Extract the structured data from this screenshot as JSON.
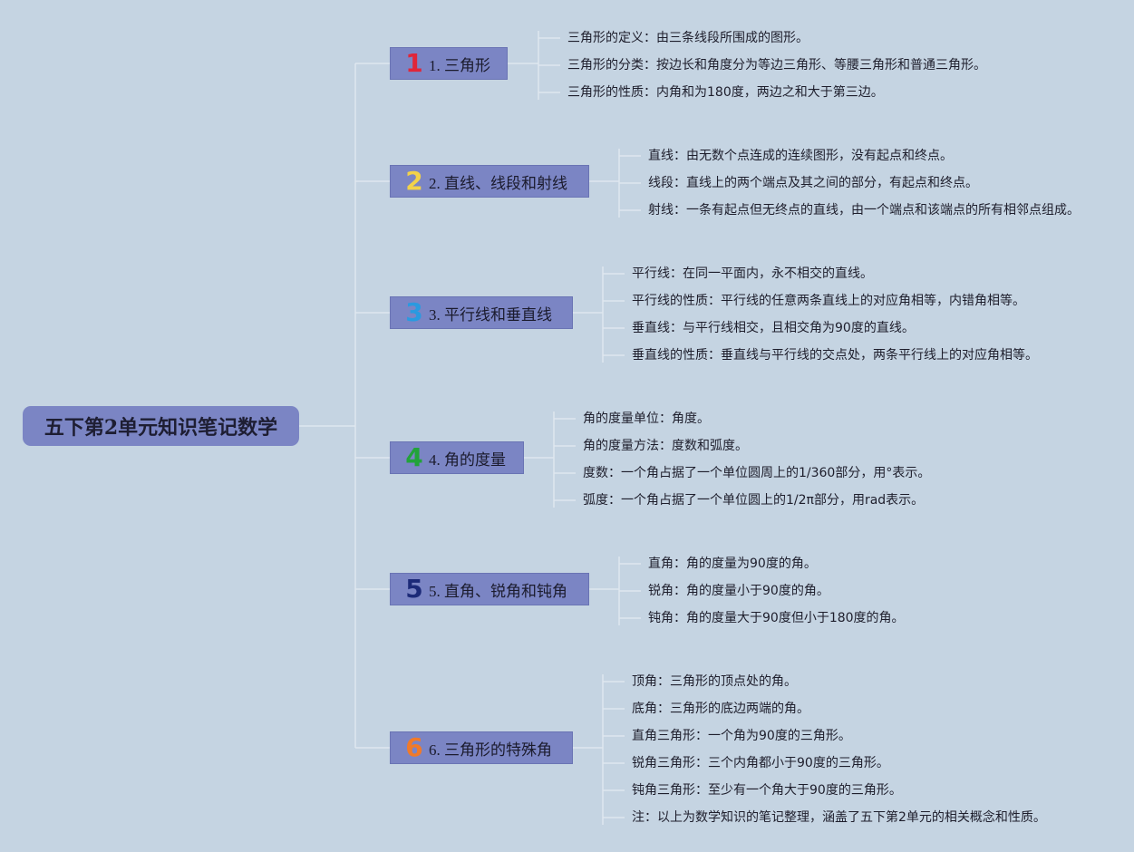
{
  "root": {
    "title": "五下第2单元知识笔记数学"
  },
  "branches": [
    {
      "number": "1",
      "color": "#e0263a",
      "label": "1. 三角形",
      "items": [
        "三角形的定义：由三条线段所围成的图形。",
        "三角形的分类：按边长和角度分为等边三角形、等腰三角形和普通三角形。",
        "三角形的性质：内角和为180度，两边之和大于第三边。"
      ]
    },
    {
      "number": "2",
      "color": "#f2d24a",
      "label": "2. 直线、线段和射线",
      "items": [
        "直线：由无数个点连成的连续图形，没有起点和终点。",
        "线段：直线上的两个端点及其之间的部分，有起点和终点。",
        "射线：一条有起点但无终点的直线，由一个端点和该端点的所有相邻点组成。"
      ]
    },
    {
      "number": "3",
      "color": "#2a9ae0",
      "label": "3. 平行线和垂直线",
      "items": [
        "平行线：在同一平面内，永不相交的直线。",
        "平行线的性质：平行线的任意两条直线上的对应角相等，内错角相等。",
        "垂直线：与平行线相交，且相交角为90度的直线。",
        "垂直线的性质：垂直线与平行线的交点处，两条平行线上的对应角相等。"
      ]
    },
    {
      "number": "4",
      "color": "#22a33a",
      "label": "4. 角的度量",
      "items": [
        "角的度量单位：角度。",
        "角的度量方法：度数和弧度。",
        "度数：一个角占据了一个单位圆周上的1/360部分，用°表示。",
        "弧度：一个角占据了一个单位圆上的1/2π部分，用rad表示。"
      ]
    },
    {
      "number": "5",
      "color": "#1c2a78",
      "label": "5. 直角、锐角和钝角",
      "items": [
        "直角：角的度量为90度的角。",
        "锐角：角的度量小于90度的角。",
        "钝角：角的度量大于90度但小于180度的角。"
      ]
    },
    {
      "number": "6",
      "color": "#f07a2a",
      "label": "6. 三角形的特殊角",
      "items": [
        "顶角：三角形的顶点处的角。",
        "底角：三角形的底边两端的角。",
        "直角三角形：一个角为90度的三角形。",
        "锐角三角形：三个内角都小于90度的三角形。",
        "钝角三角形：至少有一个角大于90度的三角形。",
        "注：以上为数学知识的笔记整理，涵盖了五下第2单元的相关概念和性质。"
      ]
    }
  ]
}
